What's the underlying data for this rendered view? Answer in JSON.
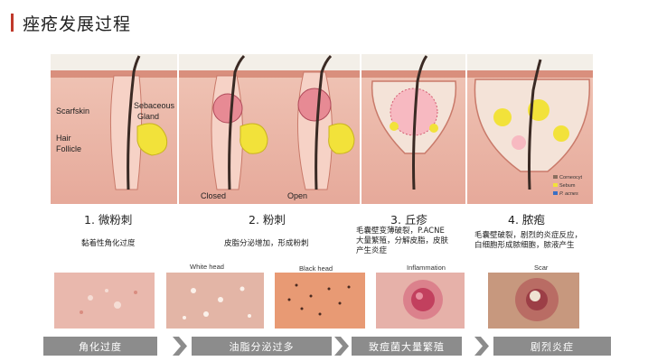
{
  "title": "痤疮发展过程",
  "diagram": {
    "labels": {
      "scarfskin": "Scarfskin",
      "sebaceous": "Sebaceous",
      "gland": "Gland",
      "hair": "Hair",
      "follicle": "Follicle",
      "closed": "Closed",
      "open": "Open"
    },
    "legend": [
      "Corneocyt",
      "Sebum",
      "P. acnes"
    ]
  },
  "stages": [
    {
      "title": "1. 微粉刺",
      "desc": [
        "黏着性角化过度"
      ]
    },
    {
      "title": "2. 粉刺",
      "desc": [
        "皮脂分泌增加，形成粉刺"
      ]
    },
    {
      "title": "3. 丘疹",
      "desc": [
        "毛囊壁变薄破裂，P.ACNE",
        "大量繁殖，分解皮脂，皮肤",
        "产生炎症"
      ]
    },
    {
      "title": "4. 脓疱",
      "desc": [
        "毛囊壁破裂，剧烈的炎症反应，",
        "白细胞形成脓细胞，脓液产生"
      ]
    }
  ],
  "photos": [
    {
      "caption": ""
    },
    {
      "caption": "White head"
    },
    {
      "caption": "Black head"
    },
    {
      "caption": "Inflammation"
    },
    {
      "caption": "Scar"
    }
  ],
  "flow": [
    "角化过度",
    "油脂分泌过多",
    "致痘菌大量繁殖",
    "剧烈炎症"
  ],
  "colors": {
    "accent": "#c0392b",
    "flow_box": "#8c8c8c",
    "sebum": "#f2e23a",
    "skin": "#e8b7a8"
  }
}
